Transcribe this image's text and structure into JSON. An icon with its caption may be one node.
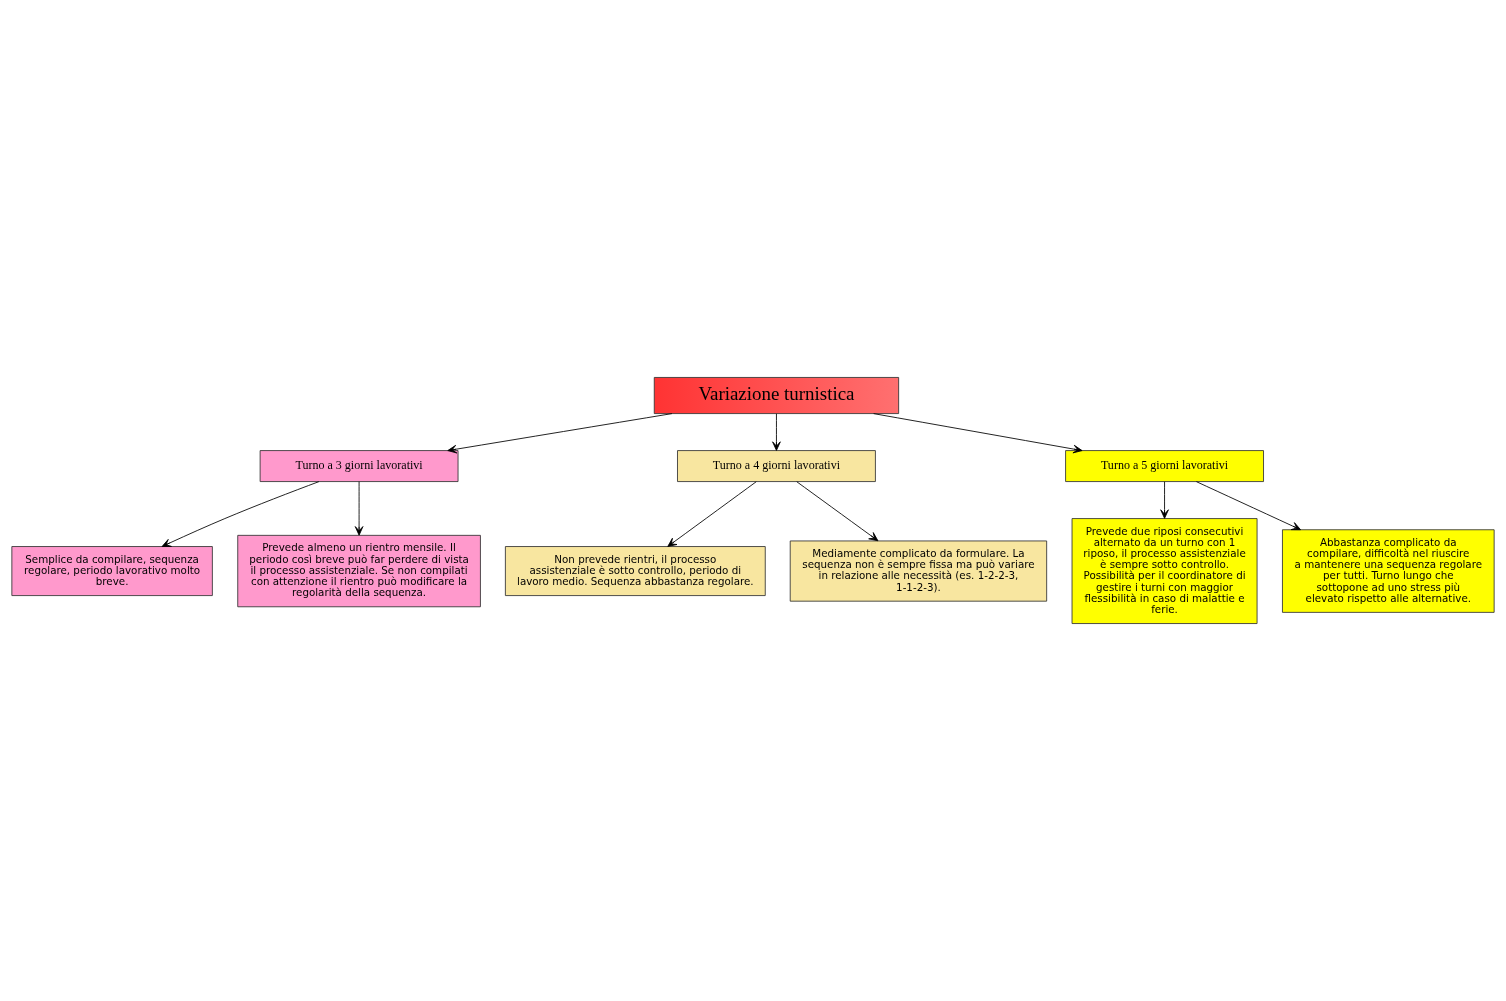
{
  "diagram": {
    "nodes": [
      {
        "text": [
          "Variazione turnistica"
        ]
      },
      {
        "text": [
          "Turno a 3 giorni lavorativi"
        ]
      },
      {
        "text": [
          "Turno a 4 giorni lavorativi"
        ]
      },
      {
        "text": [
          "Turno a 5 giorni lavorativi"
        ]
      },
      {
        "text": [
          "Semplice da compilare, sequenza regolare, periodo lavorativo molto breve."
        ]
      },
      {
        "text": [
          "Prevede almeno un rientro mensile. Il periodo così breve può far perdere di vista il processo assistenziale. Se non compilati con attenzione il rientro può modificare la regolarità della sequenza."
        ]
      },
      {
        "text": [
          "Non prevede rientri, il processo assistenziale è sotto controllo, periodo di lavoro medio. Sequenza abbastanza regolare."
        ]
      },
      {
        "text": [
          "Mediamente complicato da formulare. La sequenza non è sempre fissa ma può variare in relazione alle necessità (es. 1-2-2-3, 1-1-2-3)."
        ]
      },
      {
        "text": [
          "Prevede due riposi consecutivi alternato da un turno con 1 riposo, il processo assistenziale è sempre sotto controllo. Possibilità per il coordinatore di gestire i turni con maggior flessibilità in caso di malattie e ferie."
        ]
      },
      {
        "text": [
          "Abbastanza complicato da compilare, difficoltà nel riuscire a mantenere una sequenza regolare per tutti. Turno lungo che sottopone ad uno stress più elevato rispetto alle alternative."
        ]
      }
    ],
    "edges": [
      {
        "from": 0,
        "to": 1,
        "arrow": "to"
      },
      {
        "from": 0,
        "to": 2,
        "arrow": "to"
      },
      {
        "from": 0,
        "to": 3,
        "arrow": "to"
      },
      {
        "from": 1,
        "to": 4,
        "arrow": "to"
      },
      {
        "from": 1,
        "to": 5,
        "arrow": "to"
      },
      {
        "from": 2,
        "to": 6,
        "arrow": "to"
      },
      {
        "from": 2,
        "to": 7,
        "arrow": "to"
      },
      {
        "from": 3,
        "to": 8,
        "arrow": "to"
      },
      {
        "from": 3,
        "to": 9,
        "arrow": "to"
      }
    ]
  }
}
